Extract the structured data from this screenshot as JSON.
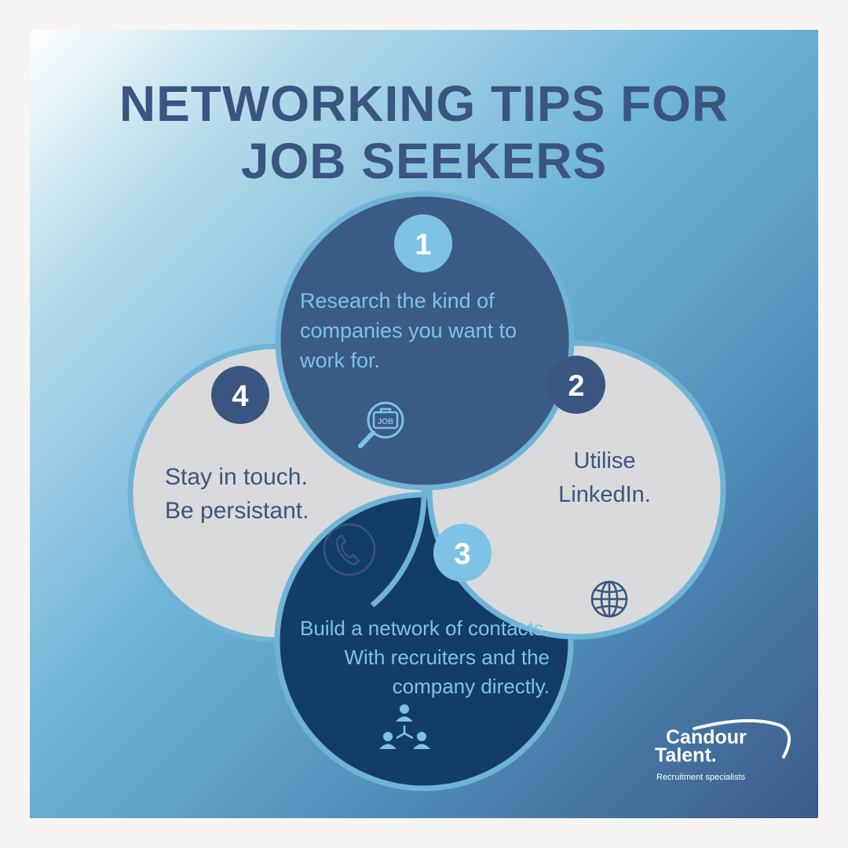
{
  "title": {
    "line1": "NETWORKING TIPS FOR",
    "line2": "JOB SEEKERS"
  },
  "tips": [
    {
      "number": "1",
      "text": "Research the kind of companies you want to work for.",
      "icon": "job-search-icon"
    },
    {
      "number": "2",
      "text": "Utilise LinkedIn.",
      "icon": "globe-icon"
    },
    {
      "number": "3",
      "text": "Build a network of contacts. With recruiters and the company directly.",
      "icon": "network-people-icon"
    },
    {
      "number": "4",
      "text": "Stay in touch. Be persistant.",
      "icon": "phone-icon"
    }
  ],
  "icon_label": "JOB",
  "logo": {
    "name_line1": "Candour",
    "name_line2": "Talent.",
    "tagline": "Recruitment specialists"
  },
  "colors": {
    "title": "#3a557f",
    "circle1": "#3a5b84",
    "circle2": "#d9dadb",
    "circle3": "#123d66",
    "circle4": "#d9dadb",
    "accent_light": "#7ec3e6",
    "ring": "#6fb3d6"
  }
}
